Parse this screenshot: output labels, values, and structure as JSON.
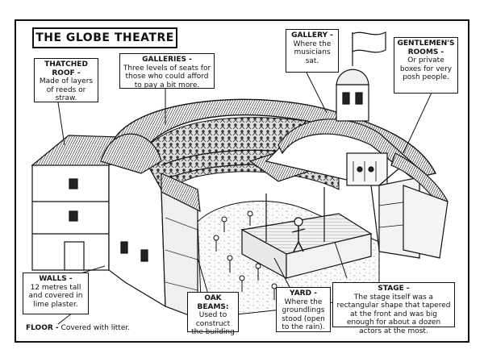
{
  "title": "THE GLOBE THEATRE",
  "labels": {
    "thatched_roof": {
      "head": "THATCHED ROOF -",
      "body": "Made of layers of reeds or straw."
    },
    "galleries": {
      "head": "GALLERIES -",
      "body": "Three levels of seats for those who could afford to pay a bit more."
    },
    "gallery": {
      "head": "GALLERY -",
      "body": "Where the musicians sat."
    },
    "gentlemens_rooms": {
      "head": "GENTLEMEN'S ROOMS -",
      "body": "Or private boxes for very posh people."
    },
    "walls": {
      "head": "WALLS -",
      "body": "12 metres tall and covered in lime plaster."
    },
    "oak_beams": {
      "head": "OAK BEAMS:",
      "body": "Used to construct the building"
    },
    "yard": {
      "head": "YARD -",
      "body": "Where the groundlings stood (open to the rain)."
    },
    "stage": {
      "head": "STAGE -",
      "body": "The stage itself was a rectangular shape that tapered at the front and was big enough for about a dozen actors at the most."
    },
    "floor": {
      "head": "FLOOR -",
      "body": "Covered with litter."
    }
  }
}
